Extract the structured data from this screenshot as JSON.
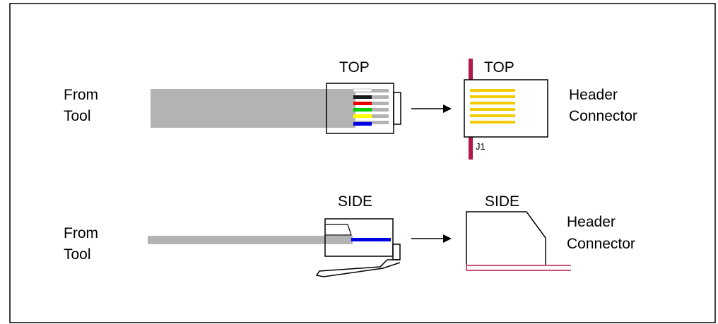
{
  "top_row": {
    "from_tool": [
      "From",
      "Tool"
    ],
    "plug_view_label": "TOP",
    "header_view_label": "TOP",
    "header_label": [
      "Header",
      "Connector"
    ],
    "pin_label": "J1"
  },
  "side_row": {
    "from_tool": [
      "From",
      "Tool"
    ],
    "plug_view_label": "SIDE",
    "header_view_label": "SIDE",
    "header_label": [
      "Header",
      "Connector"
    ]
  },
  "colors": {
    "cable": "#b3b3b3",
    "wire_colors": [
      "#1a1a1a",
      "#e60000",
      "#00cc00",
      "#ffff00",
      "#0000e6"
    ],
    "header_pins": "#f2cc00",
    "pcb_edge": "#b3184a"
  }
}
